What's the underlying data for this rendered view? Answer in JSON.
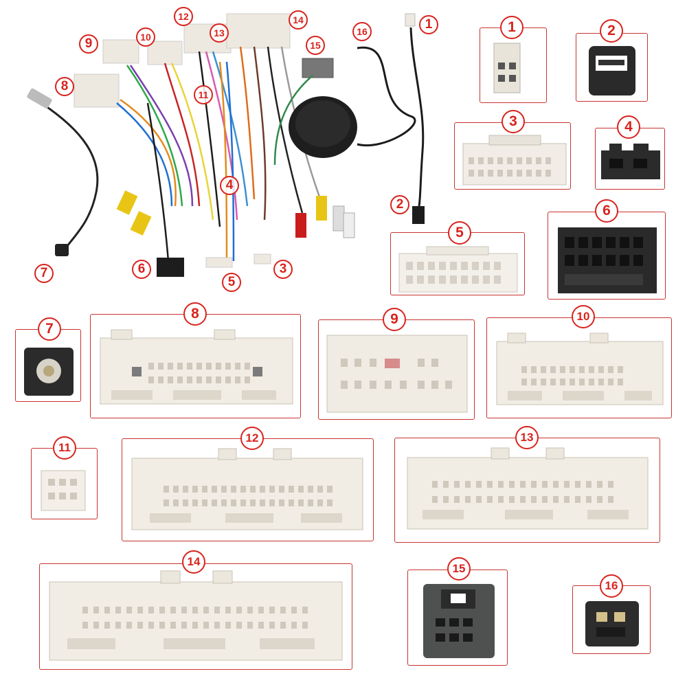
{
  "harness_labels": [
    "1",
    "2",
    "3",
    "4",
    "5",
    "6",
    "7",
    "8",
    "9",
    "10",
    "11",
    "12",
    "13",
    "14",
    "15",
    "16"
  ],
  "connectors": [
    {
      "id": "1",
      "label": "1",
      "color": "#e9e4da"
    },
    {
      "id": "2",
      "label": "2",
      "color": "#2a2a2a"
    },
    {
      "id": "3",
      "label": "3",
      "color": "#f1ede6"
    },
    {
      "id": "4",
      "label": "4",
      "color": "#2b2b2b"
    },
    {
      "id": "5",
      "label": "5",
      "color": "#f3f0ea"
    },
    {
      "id": "6",
      "label": "6",
      "color": "#2a2a2a"
    },
    {
      "id": "7",
      "label": "7",
      "color": "#2b2b2b"
    },
    {
      "id": "8",
      "label": "8",
      "color": "#f1ede4"
    },
    {
      "id": "9",
      "label": "9",
      "color": "#f0ebe3"
    },
    {
      "id": "10",
      "label": "10",
      "color": "#f1ede4"
    },
    {
      "id": "11",
      "label": "11",
      "color": "#f3efe8"
    },
    {
      "id": "12",
      "label": "12",
      "color": "#f1ede4"
    },
    {
      "id": "13",
      "label": "13",
      "color": "#f1ede4"
    },
    {
      "id": "14",
      "label": "14",
      "color": "#f1ede4"
    },
    {
      "id": "15",
      "label": "15",
      "color": "#4f5050"
    },
    {
      "id": "16",
      "label": "16",
      "color": "#2d2d2d"
    }
  ],
  "accent_color": "#d8231d"
}
